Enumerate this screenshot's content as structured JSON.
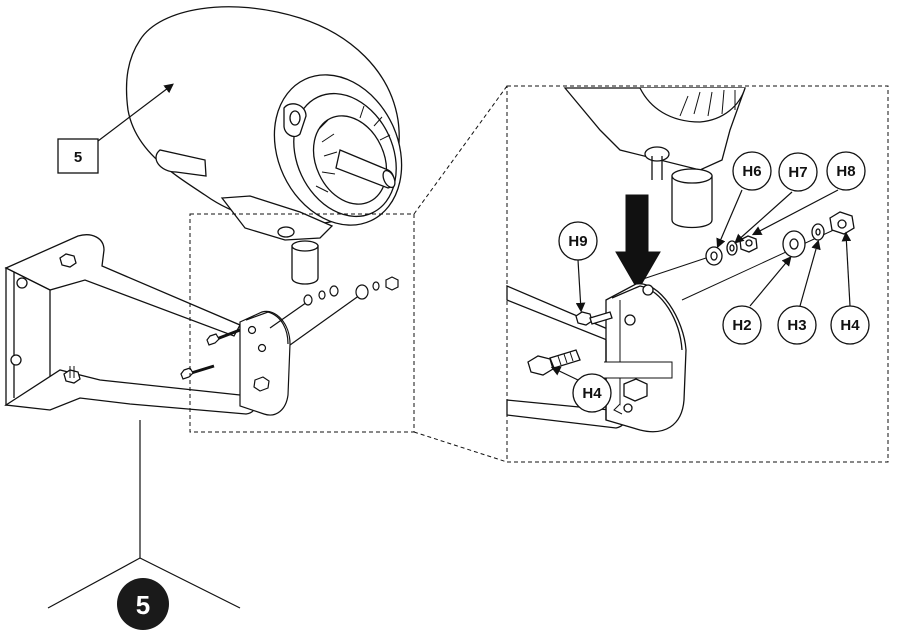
{
  "part_label": "5",
  "step_number": "5",
  "callouts": {
    "h2": "H2",
    "h3": "H3",
    "h4_nut": "H4",
    "h4_bolt": "H4",
    "h6": "H6",
    "h7": "H7",
    "h8": "H8",
    "h9": "H9"
  },
  "colors": {
    "line": "#111111",
    "step_badge": "#1a1a1a",
    "background": "#ffffff"
  }
}
